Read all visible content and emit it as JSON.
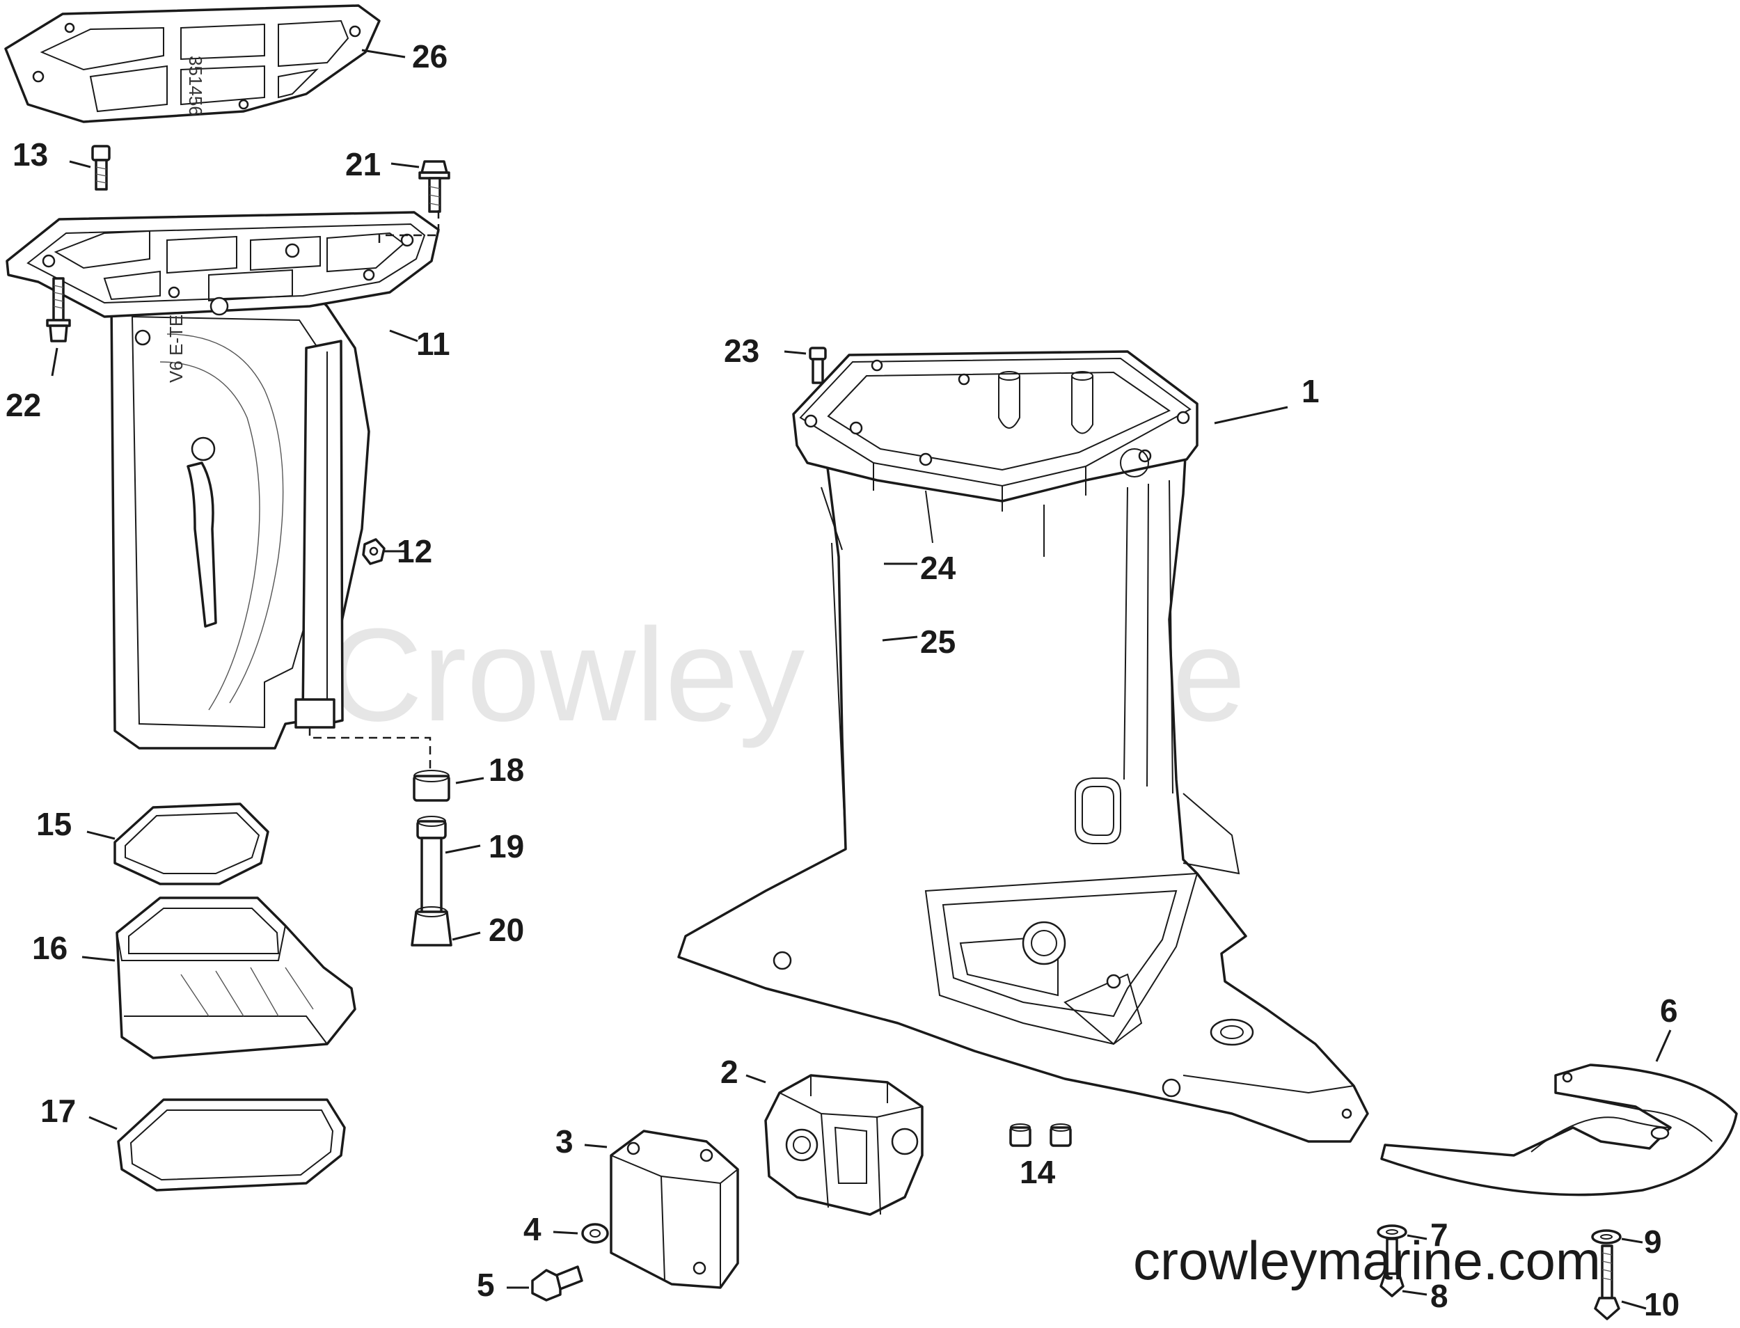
{
  "watermark": {
    "center_text": "Crowley Marine",
    "url_text": "crowleymarine.com"
  },
  "casting_text": {
    "gasket_number": "351456",
    "housing_model": "V6 E-TEC"
  },
  "callouts": [
    {
      "id": "1",
      "label": "1"
    },
    {
      "id": "2",
      "label": "2"
    },
    {
      "id": "3",
      "label": "3"
    },
    {
      "id": "4",
      "label": "4"
    },
    {
      "id": "5",
      "label": "5"
    },
    {
      "id": "6",
      "label": "6"
    },
    {
      "id": "7",
      "label": "7"
    },
    {
      "id": "8",
      "label": "8"
    },
    {
      "id": "9",
      "label": "9"
    },
    {
      "id": "10",
      "label": "10"
    },
    {
      "id": "11",
      "label": "11"
    },
    {
      "id": "12",
      "label": "12"
    },
    {
      "id": "13",
      "label": "13"
    },
    {
      "id": "14",
      "label": "14"
    },
    {
      "id": "15",
      "label": "15"
    },
    {
      "id": "16",
      "label": "16"
    },
    {
      "id": "17",
      "label": "17"
    },
    {
      "id": "18",
      "label": "18"
    },
    {
      "id": "19",
      "label": "19"
    },
    {
      "id": "20",
      "label": "20"
    },
    {
      "id": "21",
      "label": "21"
    },
    {
      "id": "22",
      "label": "22"
    },
    {
      "id": "23",
      "label": "23"
    },
    {
      "id": "24",
      "label": "24"
    },
    {
      "id": "25",
      "label": "25"
    },
    {
      "id": "26",
      "label": "26"
    }
  ]
}
